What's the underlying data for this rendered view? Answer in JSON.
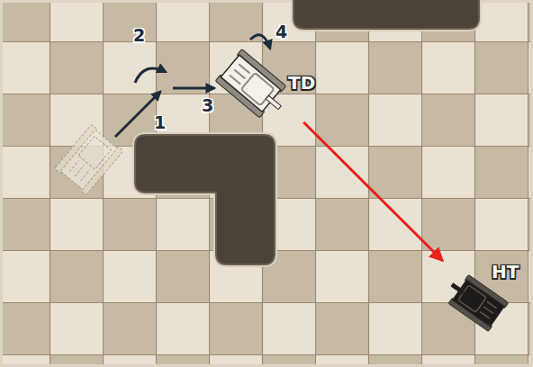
{
  "diagram": {
    "nodes": [
      {
        "text": [
          "TD"
        ]
      },
      {
        "text": [
          "HT"
        ]
      }
    ],
    "edges": [
      {
        "from": 0,
        "to": 1,
        "arrow": "to"
      }
    ],
    "labels": [
      "1",
      "2",
      "3",
      "4"
    ]
  }
}
